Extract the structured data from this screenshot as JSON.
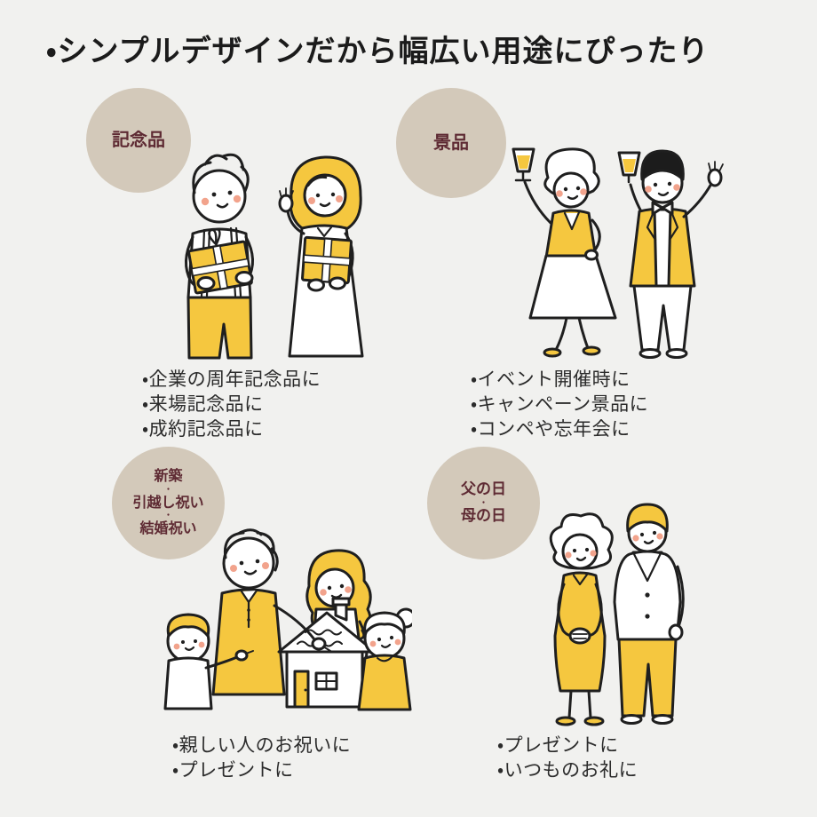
{
  "header": {
    "title": "・シンプルデザインだから幅広い用途にぴったり"
  },
  "colors": {
    "background": "#f1f1ef",
    "badge_circle": "#d3c9ba",
    "badge_text": "#5e2a33",
    "accent_yellow": "#f5c73f",
    "line_art": "#1f1f1f",
    "body_text": "#2b2b2b",
    "cheek_pink": "#f2a38c"
  },
  "quadrants": [
    {
      "badge_lines": [
        "記念品"
      ],
      "illustration": "man-and-woman-holding-yellow-gift-boxes",
      "bullets": [
        "・企業の周年記念品に",
        "・来場記念品に",
        "・成約記念品に"
      ]
    },
    {
      "badge_lines": [
        "景品"
      ],
      "illustration": "man-and-woman-toasting-with-drinks",
      "bullets": [
        "・イベント開催時に",
        "・キャンペーン景品に",
        "・コンペや忘年会に"
      ]
    },
    {
      "badge_lines": [
        "新築",
        "・",
        "引越し祝い",
        "・",
        "結婚祝い"
      ],
      "illustration": "family-of-four-with-new-house-model",
      "bullets": [
        "・親しい人のお祝いに",
        "・プレゼントに"
      ]
    },
    {
      "badge_lines": [
        "父の日",
        "・",
        "母の日"
      ],
      "illustration": "elderly-couple-standing-together",
      "bullets": [
        "・プレゼントに",
        "・いつものお礼に"
      ]
    }
  ]
}
